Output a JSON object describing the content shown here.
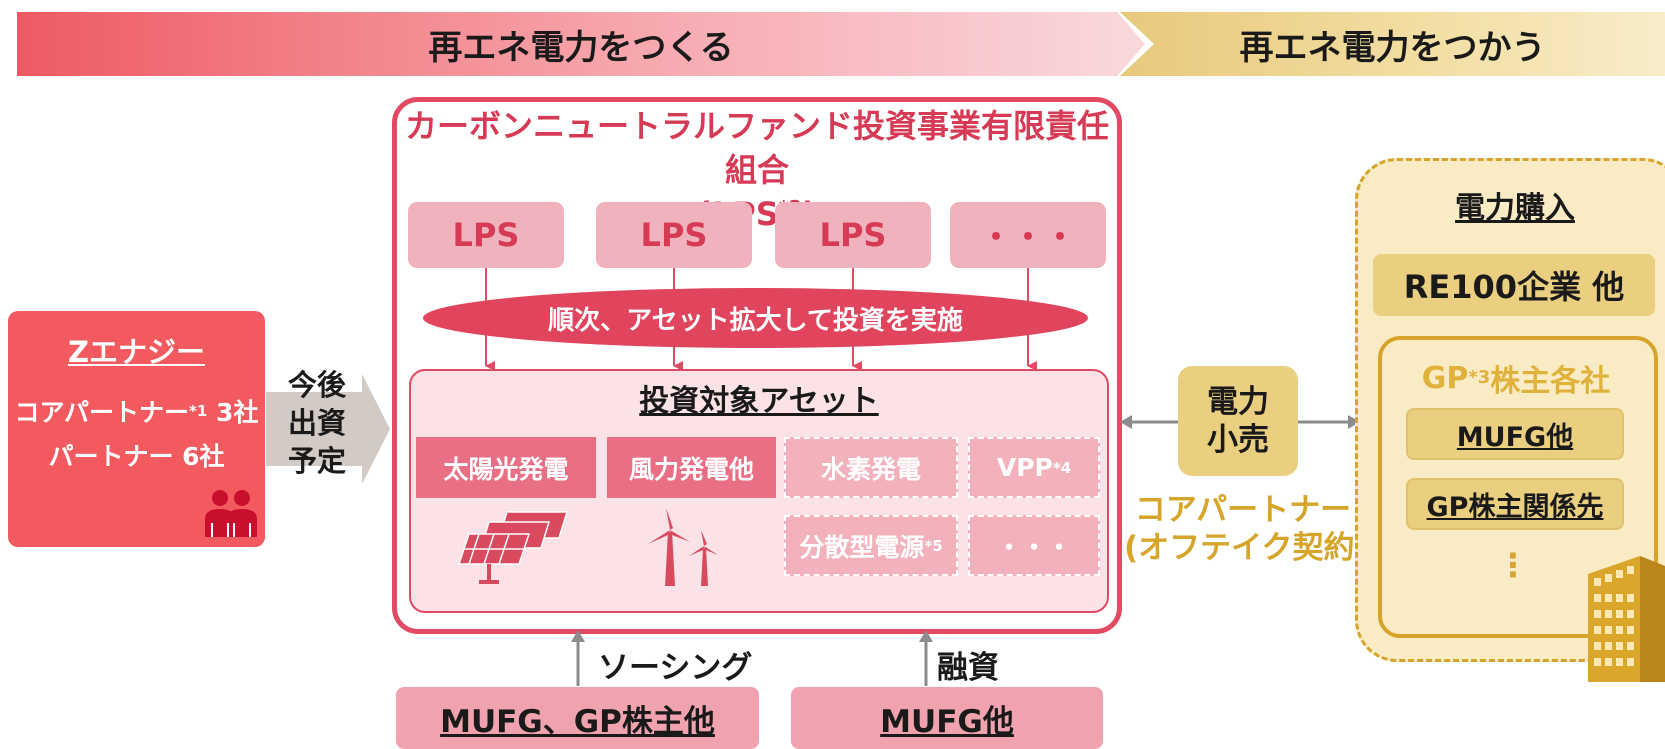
{
  "banners": {
    "make": "再エネ電力をつくる",
    "use": "再エネ電力をつかう"
  },
  "partner_box": {
    "title": "Zエナジー",
    "core_partner": "コアパートナー",
    "core_note": "*1",
    "core_count": "3社",
    "partner": "パートナー 6社",
    "icon": "people-icon"
  },
  "investment_arrow": {
    "line1": "今後",
    "line2": "出資",
    "line3": "予定"
  },
  "lps": {
    "title": "カーボンニュートラルファンド投資事業有限責任組合",
    "subtitle_prefix": "(LPS",
    "subtitle_note": "*2",
    "subtitle_suffix": ")",
    "pills": [
      "LPS",
      "LPS",
      "LPS",
      "・・・"
    ],
    "expansion": "順次、アセット拡大して投資を実施"
  },
  "assets": {
    "title": "投資対象アセット",
    "solar": "太陽光発電",
    "wind": "風力発電他",
    "hydrogen": "水素発電",
    "vpp": "VPP",
    "vpp_note": "*4",
    "distributed": "分散型電源",
    "distributed_note": "*5",
    "more": "・・・",
    "icons": [
      "solar-panel-icon",
      "wind-turbine-icon"
    ]
  },
  "sources": {
    "sourcing_label": "ソーシング",
    "sourcing_box": "MUFG、GP株主他",
    "finance_label": "融資",
    "finance_box": "MUFG他"
  },
  "retail": {
    "line1": "電力",
    "line2": "小売"
  },
  "offtake": {
    "line1": "コアパートナー",
    "line2": "(オフテイク契約)"
  },
  "buyers": {
    "title": "電力購入",
    "re100": "RE100企業 他",
    "gp_prefix": "GP",
    "gp_note": "*3",
    "gp_suffix": "株主各社",
    "items": [
      "MUFG他",
      "GP株主関係先"
    ],
    "more": "⋮",
    "icon": "office-building-icon"
  },
  "colors": {
    "red": "#e14a62",
    "pink": "#f0b3bd",
    "gold": "#d7a32b",
    "sand": "#ebcf80",
    "arrow": "#8c8c8c"
  }
}
